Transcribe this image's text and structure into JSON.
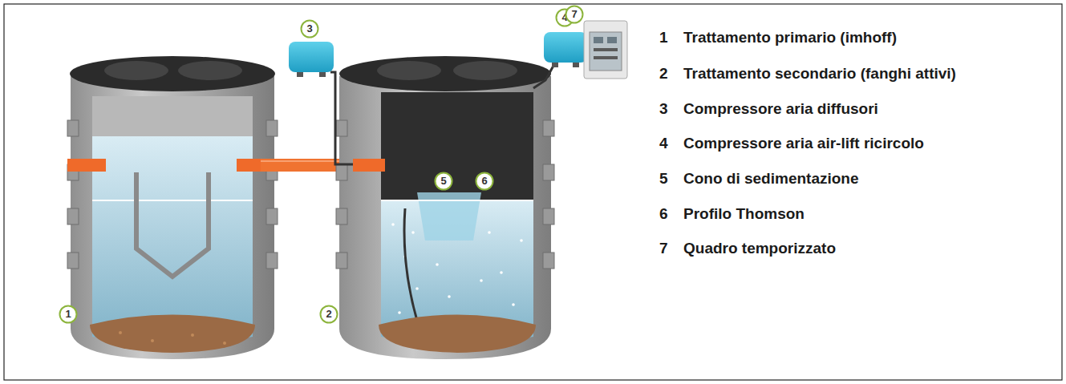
{
  "diagram": {
    "nodes": [
      {
        "text": [
          "1"
        ]
      },
      {
        "text": [
          "2"
        ]
      },
      {
        "text": [
          "3"
        ]
      },
      {
        "text": [
          "4"
        ]
      },
      {
        "text": [
          "5"
        ]
      },
      {
        "text": [
          "6"
        ]
      },
      {
        "text": [
          "7"
        ]
      }
    ],
    "labels": [
      "1",
      "Trattamento primario (imhoff)",
      "2",
      "Trattamento secondario (fanghi attivi)",
      "3",
      "Compressore aria diffusori",
      "4",
      "Compressore aria air-lift ricircolo",
      "5",
      "Cono di sedimentazione",
      "6",
      "Profilo Thomson",
      "7",
      "Quadro temporizzato"
    ]
  }
}
